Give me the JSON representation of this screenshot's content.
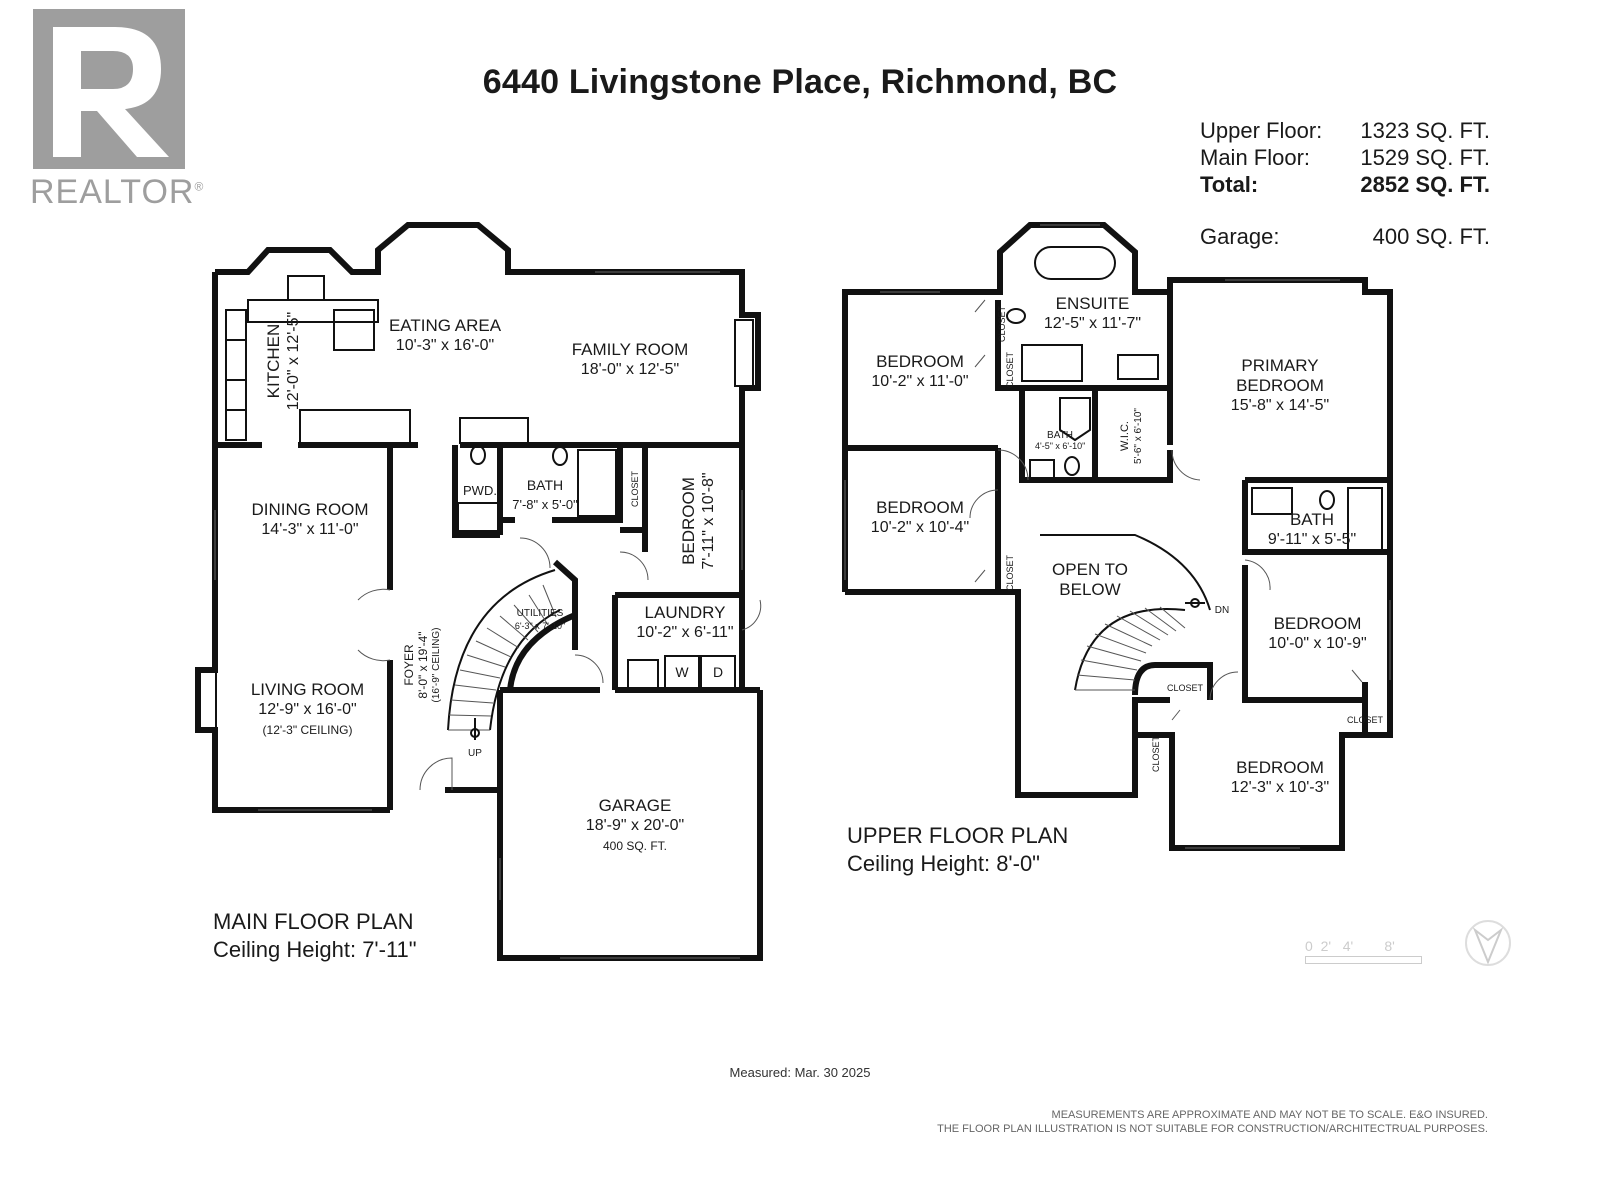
{
  "title": "6440 Livingstone Place, Richmond, BC",
  "logo": {
    "text": "REALTOR",
    "mark": "®"
  },
  "areas": [
    {
      "label": "Upper Floor:",
      "value": "1323 SQ. FT.",
      "bold": false
    },
    {
      "label": "Main Floor:",
      "value": "1529 SQ. FT.",
      "bold": false
    },
    {
      "label": "Total:",
      "value": "2852 SQ. FT.",
      "bold": true
    },
    {
      "label": "Garage:",
      "value": "400 SQ. FT.",
      "bold": false
    }
  ],
  "main_floor": {
    "name": "MAIN FLOOR PLAN",
    "ceiling": "Ceiling Height: 7'-11\"",
    "rooms": {
      "eating_area": {
        "name": "EATING AREA",
        "size": "10'-3\" x 16'-0\""
      },
      "kitchen": {
        "name": "KITCHEN",
        "size": "12'-0\" x 12'-5\""
      },
      "family_room": {
        "name": "FAMILY ROOM",
        "size": "18'-0\" x 12'-5\""
      },
      "dining_room": {
        "name": "DINING ROOM",
        "size": "14'-3\" x 11'-0\""
      },
      "pwd": {
        "name": "PWD."
      },
      "bath": {
        "name": "BATH",
        "size": "7'-8\" x 5'-0\""
      },
      "bedroom": {
        "name": "BEDROOM",
        "size": "7'-11\" x 10'-8\""
      },
      "closet": {
        "name": "CLOSET"
      },
      "utilities": {
        "name": "UTILITIES",
        "size": "6'-3\" x 7'-10\""
      },
      "laundry": {
        "name": "LAUNDRY",
        "size": "10'-2\" x 6'-11\""
      },
      "foyer": {
        "name": "FOYER",
        "size": "8'-0\" x 19'-4\"",
        "note": "(16'-9\" CEILING)"
      },
      "living_room": {
        "name": "LIVING ROOM",
        "size": "12'-9\" x 16'-0\"",
        "note": "(12'-3\" CEILING)"
      },
      "garage": {
        "name": "GARAGE",
        "size": "18'-9\" x 20'-0\"",
        "note": "400 SQ. FT."
      },
      "washer": "W",
      "dryer": "D",
      "up": "UP"
    }
  },
  "upper_floor": {
    "name": "UPPER FLOOR PLAN",
    "ceiling": "Ceiling Height: 8'-0\"",
    "rooms": {
      "ensuite": {
        "name": "ENSUITE",
        "size": "12'-5\" x 11'-7\""
      },
      "bedroom_nw": {
        "name": "BEDROOM",
        "size": "10'-2\" x 11'-0\""
      },
      "primary": {
        "name1": "PRIMARY",
        "name2": "BEDROOM",
        "size": "15'-8\" x 14'-5\""
      },
      "bath_small": {
        "name": "BATH",
        "size": "4'-5\" x 6'-10\""
      },
      "wic": {
        "name": "W.I.C.",
        "size": "5'-6\" x 6'-10\""
      },
      "bedroom_w": {
        "name": "BEDROOM",
        "size": "10'-2\" x 10'-4\""
      },
      "bath_e": {
        "name": "BATH",
        "size": "9'-11\" x 5'-5\""
      },
      "open": {
        "name1": "OPEN TO",
        "name2": "BELOW"
      },
      "bedroom_e": {
        "name": "BEDROOM",
        "size": "10'-0\" x 10'-9\""
      },
      "bedroom_s": {
        "name": "BEDROOM",
        "size": "12'-3\" x 10'-3\""
      },
      "closet": "CLOSET",
      "dn": "DN"
    }
  },
  "scale_labels": [
    "0",
    "2'",
    "4'",
    "8'"
  ],
  "measured": "Measured: Mar. 30 2025",
  "disclaimer": [
    "MEASUREMENTS ARE APPROXIMATE AND MAY NOT BE TO SCALE. E&O INSURED.",
    "THE FLOOR PLAN ILLUSTRATION IS NOT SUITABLE FOR CONSTRUCTION/ARCHITECTRUAL PURPOSES."
  ]
}
